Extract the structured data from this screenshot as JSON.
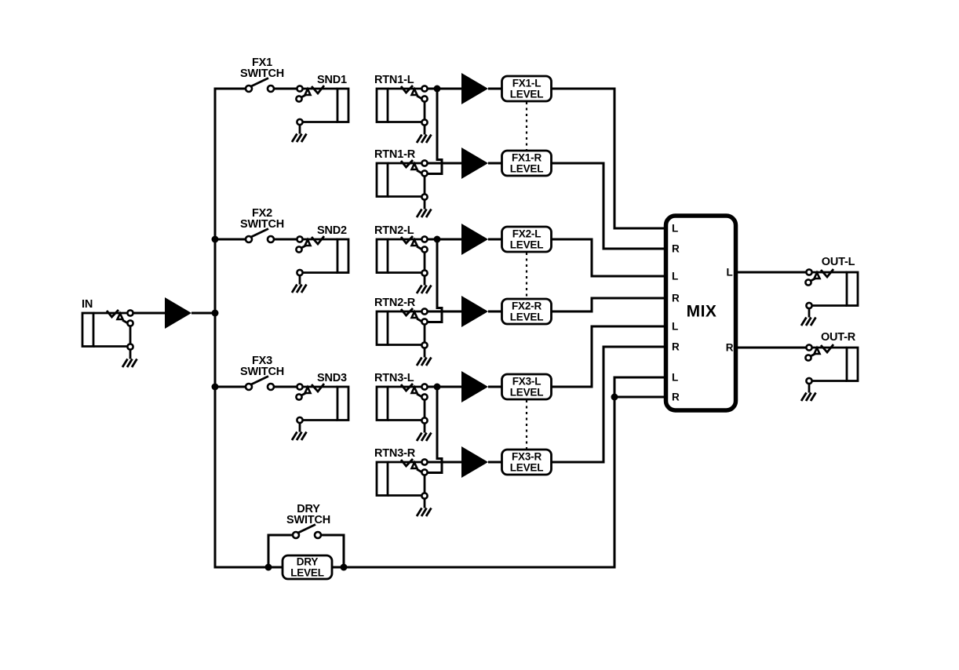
{
  "diagram": {
    "title_hint": "fx-loop-mixer-signal-flow",
    "input": {
      "label": "IN"
    },
    "loops": [
      {
        "switch_top": "FX1",
        "switch_bottom": "SWITCH",
        "send": "SND1",
        "return_l": "RTN1-L",
        "return_r": "RTN1-R",
        "level_l_line1": "FX1-L",
        "level_l_line2": "LEVEL",
        "level_r_line1": "FX1-R",
        "level_r_line2": "LEVEL"
      },
      {
        "switch_top": "FX2",
        "switch_bottom": "SWITCH",
        "send": "SND2",
        "return_l": "RTN2-L",
        "return_r": "RTN2-R",
        "level_l_line1": "FX2-L",
        "level_l_line2": "LEVEL",
        "level_r_line1": "FX2-R",
        "level_r_line2": "LEVEL"
      },
      {
        "switch_top": "FX3",
        "switch_bottom": "SWITCH",
        "send": "SND3",
        "return_l": "RTN3-L",
        "return_r": "RTN3-R",
        "level_l_line1": "FX3-L",
        "level_l_line2": "LEVEL",
        "level_r_line1": "FX3-R",
        "level_r_line2": "LEVEL"
      }
    ],
    "dry": {
      "switch_top": "DRY",
      "switch_bottom": "SWITCH",
      "level_line1": "DRY",
      "level_line2": "LEVEL"
    },
    "mixer": {
      "label": "MIX",
      "input_labels": [
        "L",
        "R",
        "L",
        "R",
        "L",
        "R",
        "L",
        "R"
      ],
      "output_l": "L",
      "output_r": "R"
    },
    "outputs": {
      "left": "OUT-L",
      "right": "OUT-R"
    },
    "colors": {
      "line": "#000000",
      "background": "#ffffff"
    }
  }
}
